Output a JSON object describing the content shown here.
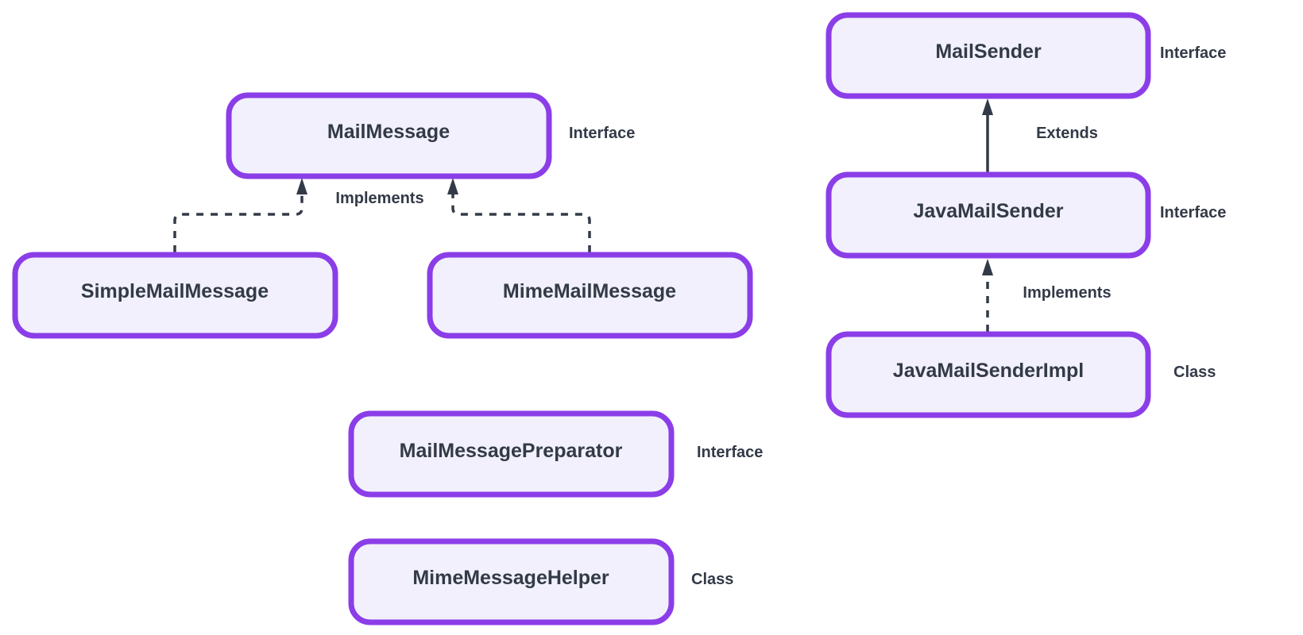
{
  "nodes": [
    {
      "id": "mail-message",
      "label": "MailMessage",
      "type": "Interface"
    },
    {
      "id": "simple-mail-message",
      "label": "SimpleMailMessage",
      "type": ""
    },
    {
      "id": "mime-mail-message",
      "label": "MimeMailMessage",
      "type": ""
    },
    {
      "id": "mail-message-preparator",
      "label": "MailMessagePreparator",
      "type": "Interface"
    },
    {
      "id": "mime-message-helper",
      "label": "MimeMessageHelper",
      "type": "Class"
    },
    {
      "id": "mail-sender",
      "label": "MailSender",
      "type": "Interface"
    },
    {
      "id": "java-mail-sender",
      "label": "JavaMailSender",
      "type": "Interface"
    },
    {
      "id": "java-mail-sender-impl",
      "label": "JavaMailSenderImpl",
      "type": "Class"
    }
  ],
  "edges": [
    {
      "from": "simple-mail-message",
      "to": "mail-message",
      "label": "Implements",
      "style": "dashed"
    },
    {
      "from": "mime-mail-message",
      "to": "mail-message",
      "label": "",
      "style": "dashed"
    },
    {
      "from": "java-mail-sender",
      "to": "mail-sender",
      "label": "Extends",
      "style": "solid"
    },
    {
      "from": "java-mail-sender-impl",
      "to": "java-mail-sender",
      "label": "Implements",
      "style": "dashed"
    }
  ],
  "colors": {
    "node_fill": "#f1f0fc",
    "node_border": "#8b3ee8",
    "text": "#333a47",
    "edge": "#333a47"
  }
}
